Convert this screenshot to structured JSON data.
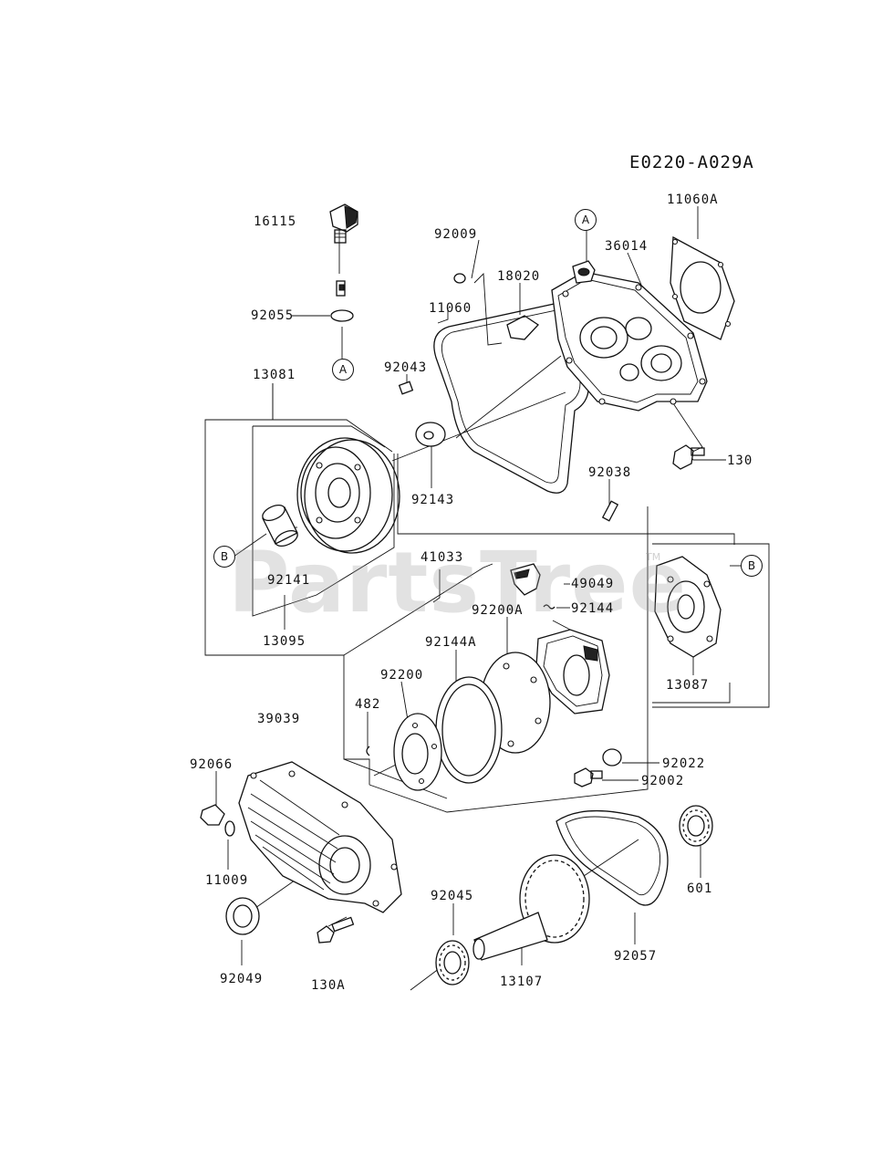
{
  "diagram": {
    "code": "E0220-A029A",
    "watermark": "PartsTree",
    "watermark_tm": "TM",
    "callouts": {
      "a_top": "A",
      "a_oil": "A",
      "b_left": "B",
      "b_right": "B"
    },
    "parts": {
      "p16115": "16115",
      "p92009": "92009",
      "p11060A": "11060A",
      "p36014": "36014",
      "p18020": "18020",
      "p92055": "92055",
      "p11060": "11060",
      "p13081": "13081",
      "p92043": "92043",
      "p92143": "92143",
      "p130": "130",
      "p92038": "92038",
      "p41033": "41033",
      "p49049": "49049",
      "p92141": "92141",
      "p92200A": "92200A",
      "p92144": "92144",
      "p13095": "13095",
      "p92144A": "92144A",
      "p13087": "13087",
      "p92200": "92200",
      "p39039": "39039",
      "p482": "482",
      "p92066": "92066",
      "p92022": "92022",
      "p92002": "92002",
      "p11009": "11009",
      "p601": "601",
      "p92045": "92045",
      "p92049": "92049",
      "p130A": "130A",
      "p13107": "13107",
      "p92057": "92057"
    }
  }
}
